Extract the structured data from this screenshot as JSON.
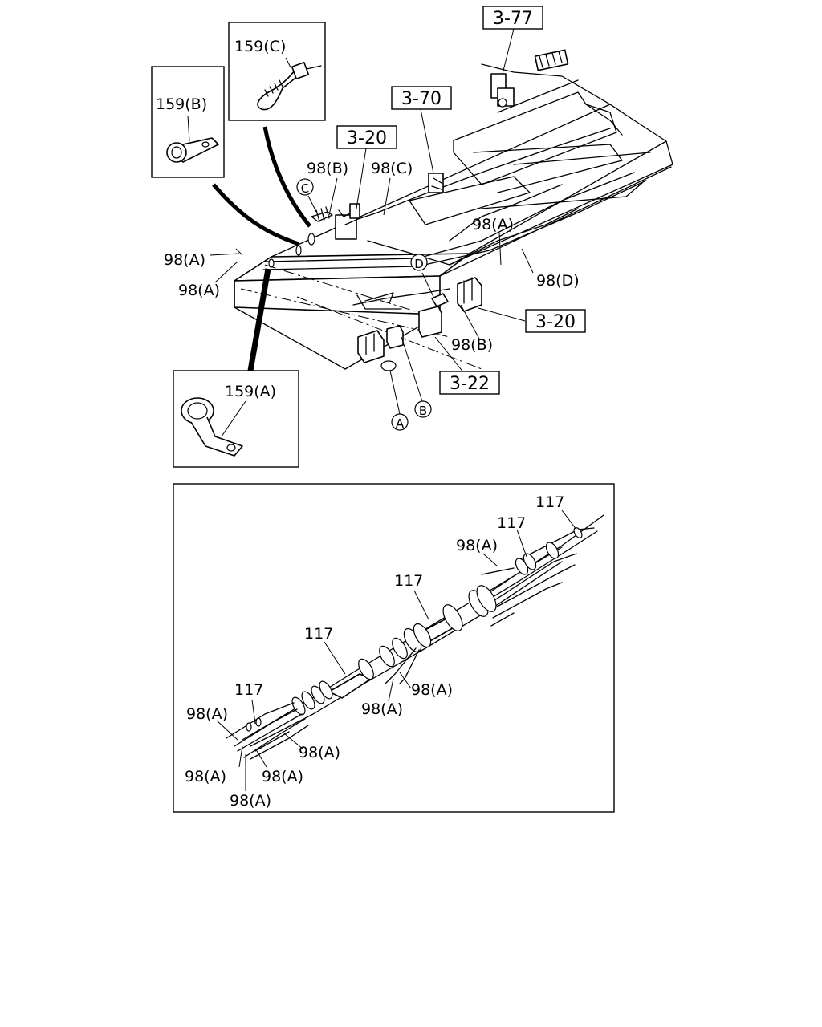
{
  "upper": {
    "refs": {
      "r377": "3-77",
      "r370": "3-70",
      "r320a": "3-20",
      "r320b": "3-20",
      "r322": "3-22"
    },
    "insets": {
      "c159c": "159(C)",
      "c159b": "159(B)",
      "c159a": "159(A)"
    },
    "labels": {
      "l98b_top": "98(B)",
      "l98c": "98(C)",
      "l98a_mid": "98(A)",
      "l98d": "98(D)",
      "l98a_left1": "98(A)",
      "l98a_left2": "98(A)",
      "l98b_bottom": "98(B)"
    },
    "callouts": {
      "cA": "A",
      "cB": "B",
      "cC": "C",
      "cD": "D"
    }
  },
  "lower": {
    "labels": {
      "p117_1": "117",
      "p117_2": "117",
      "p117_3": "117",
      "p117_4": "117",
      "p117_5": "117",
      "a1": "98(A)",
      "a2": "98(A)",
      "a3": "98(A)",
      "a4": "98(A)",
      "a5": "98(A)",
      "a6": "98(A)",
      "a7": "98(A)",
      "a8": "98(A)"
    }
  }
}
